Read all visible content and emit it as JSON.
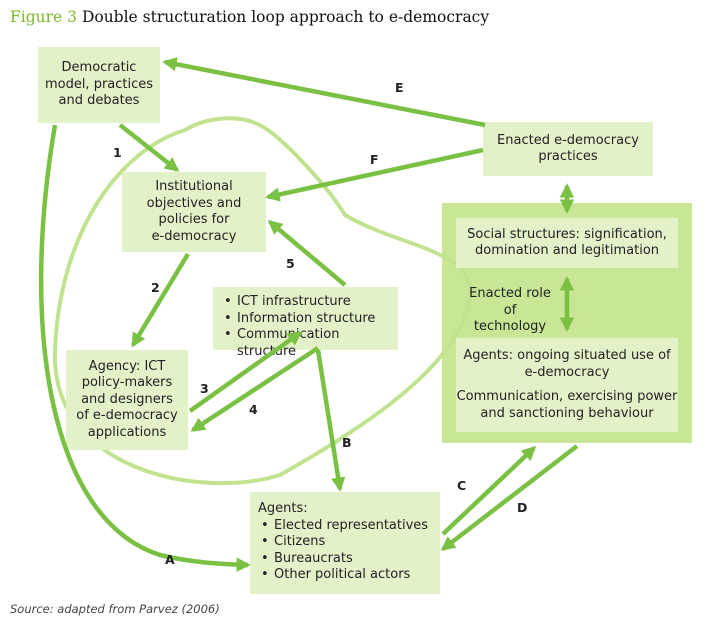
{
  "title": {
    "number": "Figure 3",
    "text": "Double structuration loop approach to e-democracy"
  },
  "nodes": {
    "democratic_model": {
      "lines": [
        "Democratic",
        "model, practices",
        "and debates"
      ]
    },
    "institutional": {
      "lines": [
        "Institutional",
        "objectives and",
        "policies for",
        "e-democracy"
      ]
    },
    "enacted_practices": {
      "lines": [
        "Enacted e-democracy",
        "practices"
      ]
    },
    "ict": {
      "items": [
        "ICT infrastructure",
        "Information structure",
        "Communication structure"
      ]
    },
    "agency": {
      "lines": [
        "Agency: ICT",
        "policy-makers",
        "and designers",
        "of e-democracy",
        "applications"
      ]
    },
    "social_structures": {
      "lines": [
        "Social structures: signification,",
        "domination and legitimation"
      ]
    },
    "enacted_role": {
      "lines": [
        "Enacted role of",
        "technology"
      ]
    },
    "agents_use": {
      "lines": [
        "Agents: ongoing situated use of",
        "e-democracy"
      ],
      "lines2": [
        "Communication, exercising power",
        "and sanctioning behaviour"
      ]
    },
    "agents": {
      "heading": "Agents:",
      "items": [
        "Elected representatives",
        "Citizens",
        "Bureaucrats",
        "Other political actors"
      ]
    }
  },
  "edge_labels": {
    "A": "A",
    "B": "B",
    "C": "C",
    "D": "D",
    "E": "E",
    "F": "F",
    "n1": "1",
    "n2": "2",
    "n3": "3",
    "n4": "4",
    "n5": "5"
  },
  "source": "Source: adapted from Parvez (2006)",
  "colors": {
    "arrow": "#7ac143",
    "loop": "#c1e28f",
    "box": "#e3f1c9",
    "panel": "#c9e596",
    "title_number": "#7ab828"
  }
}
